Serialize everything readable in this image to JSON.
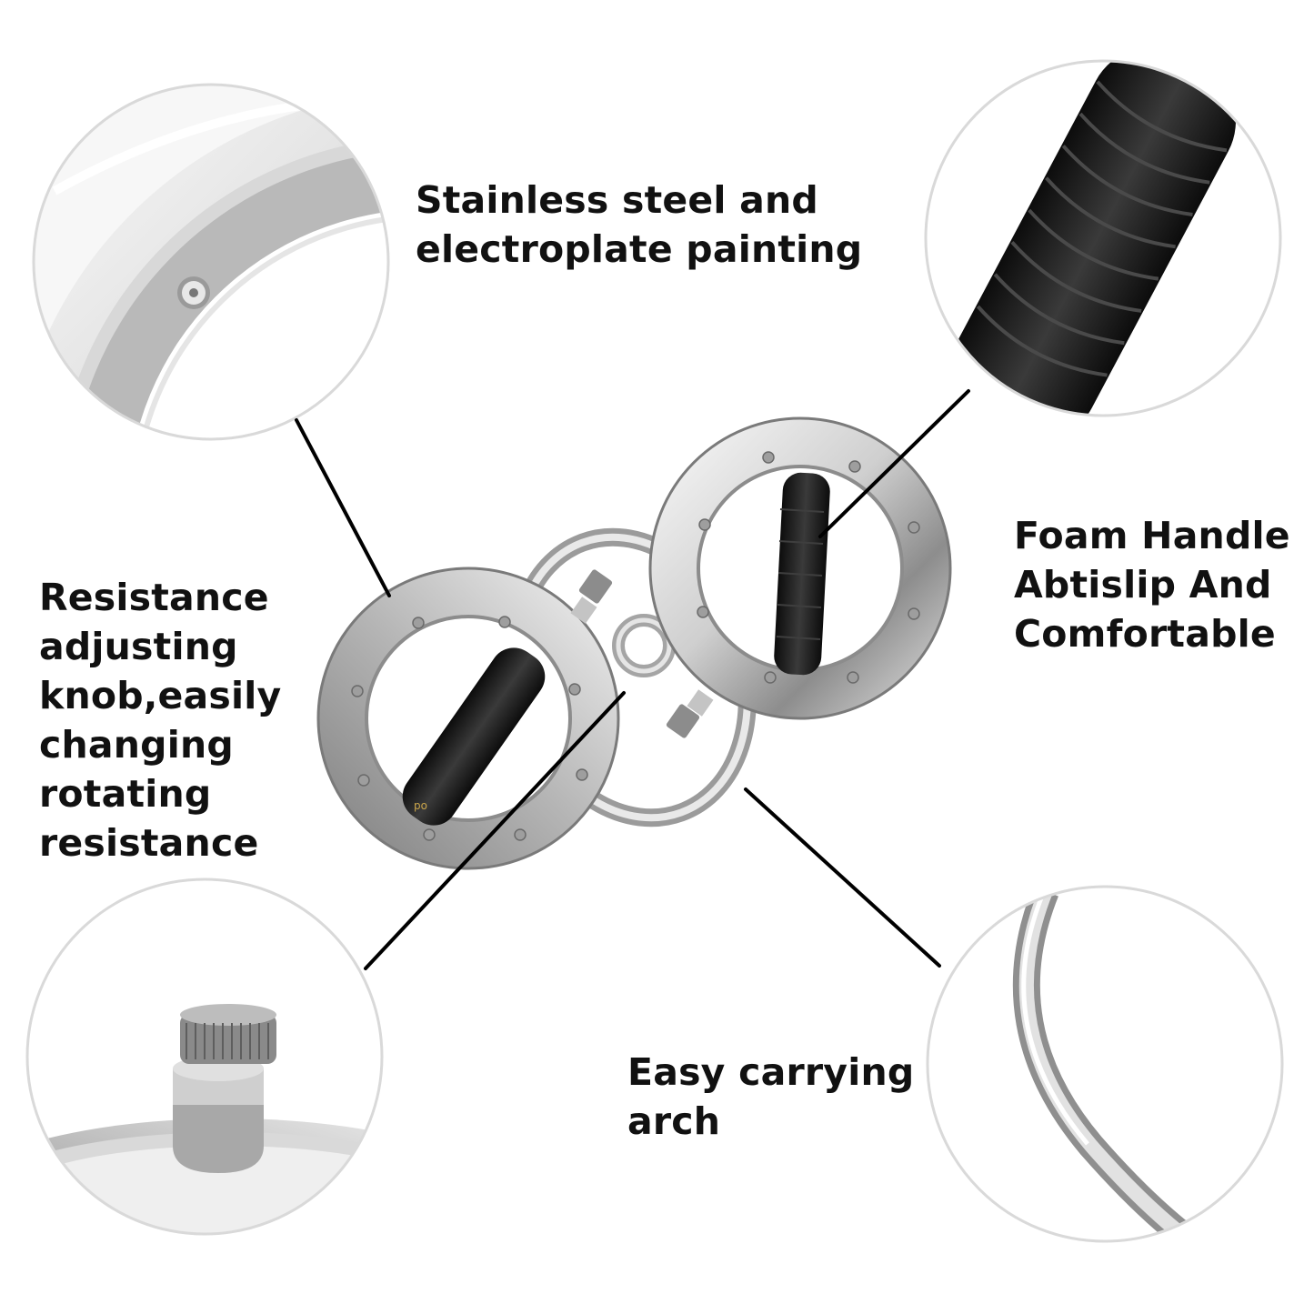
{
  "labels": {
    "steel": [
      "Stainless steel and",
      "electroplate painting"
    ],
    "foam": [
      "Foam Handle",
      "Abtislip And",
      "Comfortable"
    ],
    "knob": [
      "Resistance",
      "adjusting",
      "knob,easily",
      "changing",
      "rotating",
      "resistance"
    ],
    "arch": [
      "Easy carrying",
      "arch"
    ]
  },
  "product_logo_text": "po",
  "colors": {
    "text": "#111111",
    "circle_border": "#d9d9d9",
    "leader_line": "#000000",
    "steel_light": "#f2f2f2",
    "steel_mid": "#bfbfbf",
    "steel_dark": "#6f6f6f",
    "grip": "#1c1c1c"
  }
}
